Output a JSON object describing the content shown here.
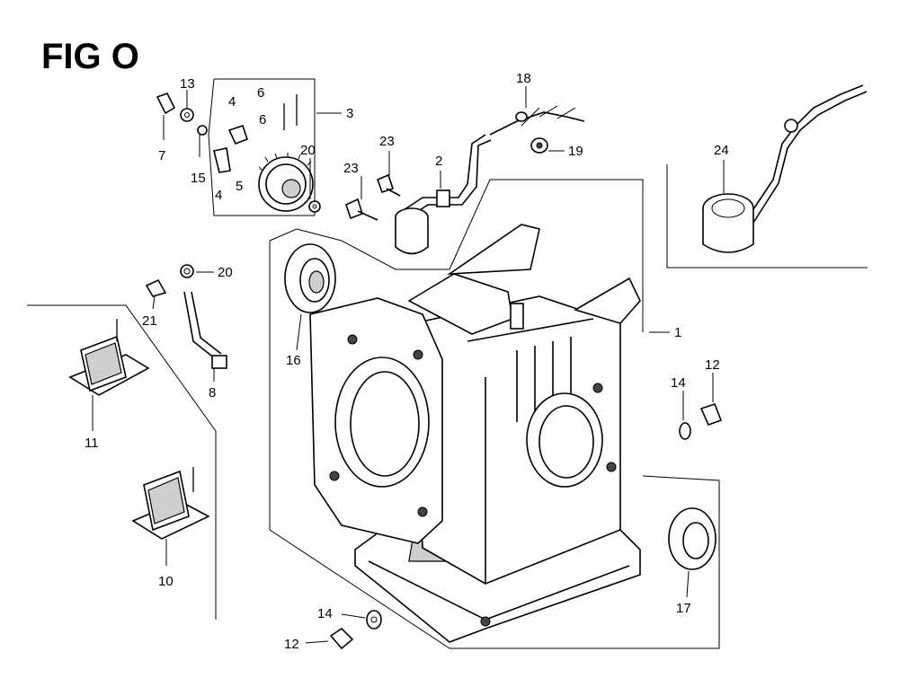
{
  "figure": {
    "title": "FIG O"
  },
  "callouts": [
    {
      "id": "c1",
      "label": "1"
    },
    {
      "id": "c2",
      "label": "2"
    },
    {
      "id": "c3",
      "label": "3"
    },
    {
      "id": "c4a",
      "label": "4"
    },
    {
      "id": "c4b",
      "label": "4"
    },
    {
      "id": "c5",
      "label": "5"
    },
    {
      "id": "c6a",
      "label": "6"
    },
    {
      "id": "c6b",
      "label": "6"
    },
    {
      "id": "c7",
      "label": "7"
    },
    {
      "id": "c8",
      "label": "8"
    },
    {
      "id": "c10",
      "label": "10"
    },
    {
      "id": "c11",
      "label": "11"
    },
    {
      "id": "c12a",
      "label": "12"
    },
    {
      "id": "c12b",
      "label": "12"
    },
    {
      "id": "c13",
      "label": "13"
    },
    {
      "id": "c14a",
      "label": "14"
    },
    {
      "id": "c14b",
      "label": "14"
    },
    {
      "id": "c15",
      "label": "15"
    },
    {
      "id": "c16",
      "label": "16"
    },
    {
      "id": "c17",
      "label": "17"
    },
    {
      "id": "c18",
      "label": "18"
    },
    {
      "id": "c19",
      "label": "19"
    },
    {
      "id": "c20a",
      "label": "20"
    },
    {
      "id": "c20b",
      "label": "20"
    },
    {
      "id": "c21",
      "label": "21"
    },
    {
      "id": "c23a",
      "label": "23"
    },
    {
      "id": "c23b",
      "label": "23"
    },
    {
      "id": "c24",
      "label": "24"
    }
  ]
}
